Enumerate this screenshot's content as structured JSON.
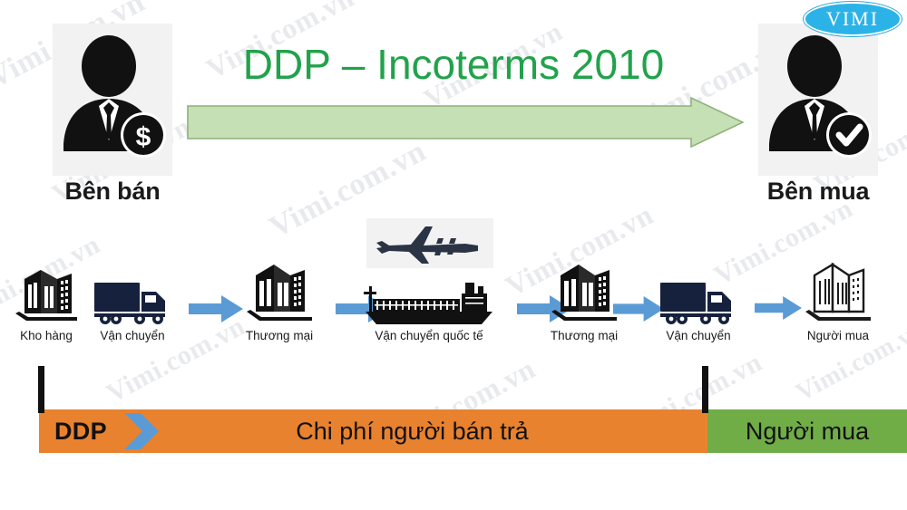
{
  "logo": {
    "text": "VIMI",
    "fill": "#2BB3E8"
  },
  "title": {
    "text": "DDP – Incoterms 2010",
    "color": "#22A24B"
  },
  "parties": {
    "seller": {
      "label": "Bên bán",
      "badge": "dollar"
    },
    "buyer": {
      "label": "Bên mua",
      "badge": "check"
    }
  },
  "chain": {
    "nodes": [
      {
        "id": "warehouse",
        "label": "Kho hàng",
        "icon": "warehouse-building-icon"
      },
      {
        "id": "truck1",
        "label": "Vận chuyển",
        "icon": "truck-icon"
      },
      {
        "id": "commerce1",
        "label": "Thương mại",
        "icon": "office-building-icon"
      },
      {
        "id": "intl",
        "label": "Vận chuyển quốc tế",
        "icon": "cargo-ship-icon"
      },
      {
        "id": "commerce2",
        "label": "Thương mại",
        "icon": "office-building-icon"
      },
      {
        "id": "truck2",
        "label": "Vận chuyển",
        "icon": "truck-icon"
      },
      {
        "id": "buyerbldg",
        "label": "Người mua",
        "icon": "outline-building-icon"
      }
    ],
    "connector_icon": "blue-right-arrow-icon",
    "connector_color": "#5B9BD5",
    "air_icon": "airplane-icon"
  },
  "flow_arrow": {
    "icon": "green-right-arrow-icon",
    "fill": "#C5E0B4",
    "stroke": "#8FB07A"
  },
  "costbar": {
    "term": "DDP",
    "chevron_icon": "blue-chevron-icon",
    "seller_segment": {
      "label": "Chi phí người bán trả",
      "color": "#E8822E"
    },
    "buyer_segment": {
      "label": "Người mua",
      "color": "#70AD47"
    }
  },
  "watermark": {
    "text": "Vimi.com.vn"
  }
}
